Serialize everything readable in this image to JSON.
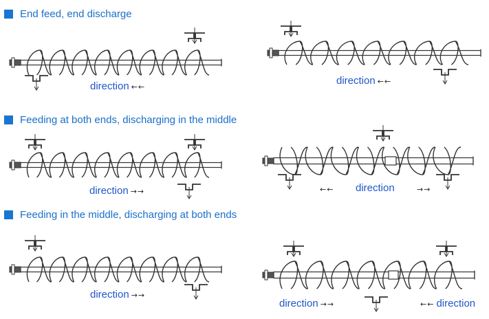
{
  "colors": {
    "heading": "#1a6fc9",
    "bullet": "#1976d2",
    "label": "#2156c9",
    "drawing": "#333333",
    "fill": "#ffffff"
  },
  "sections": [
    {
      "heading": "End feed, end discharge"
    },
    {
      "heading": "Feeding at both ends, discharging in the middle"
    },
    {
      "heading": "Feeding in the middle, discharging at both ends"
    }
  ],
  "labels": {
    "s1_left": {
      "text": "direction",
      "arrow": "←←"
    },
    "s1_right": {
      "text": "direction",
      "arrow": "←←"
    },
    "s2_left": {
      "text": "direction",
      "arrow": "→→"
    },
    "s2_right_left_arrow": "←←",
    "s2_right": {
      "text": "direction"
    },
    "s2_right_right_arrow": "→→",
    "s3_left": {
      "text": "direction",
      "arrow": "→→"
    },
    "s3_right_a": {
      "text": "direction",
      "arrow": "→→"
    },
    "s3_right_b": {
      "text": "direction",
      "arrow": "←←"
    }
  },
  "icons": [
    "square-bullet-icon",
    "screw-conveyor-icon",
    "feed-inlet-icon",
    "discharge-outlet-icon"
  ]
}
